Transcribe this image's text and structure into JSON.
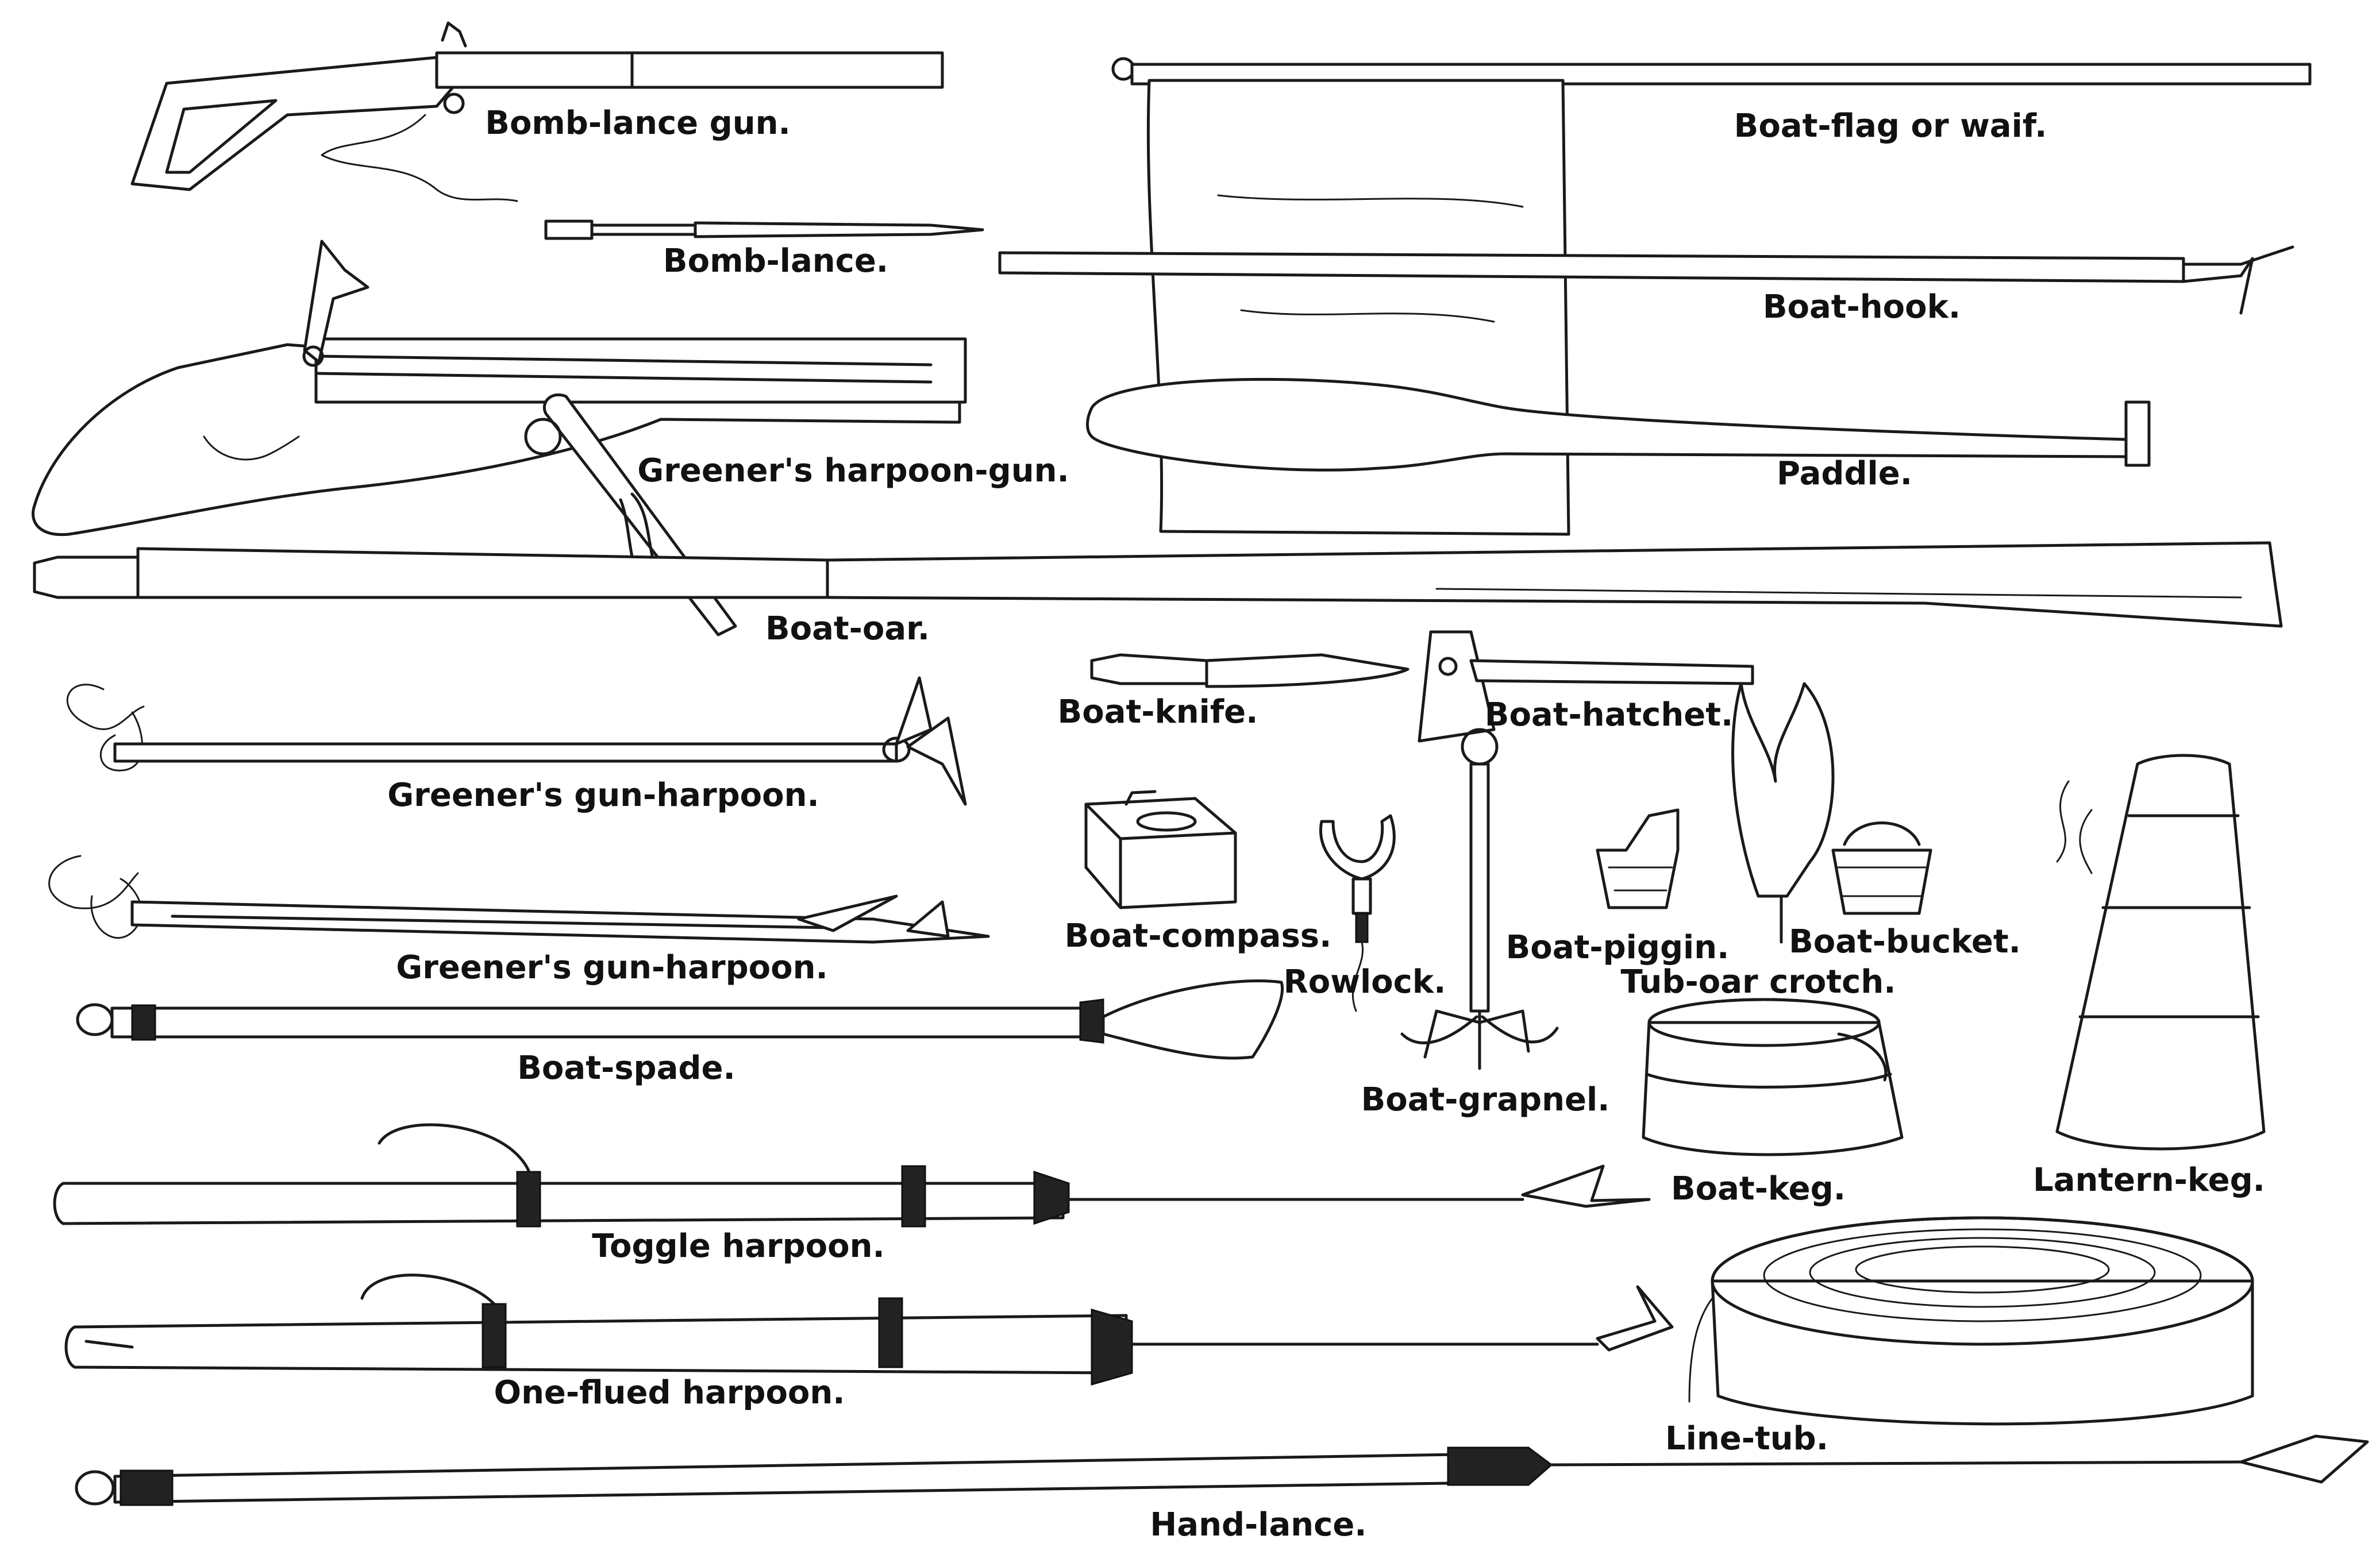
{
  "labels": {
    "bomb_lance_gun": "Bomb-lance gun.",
    "bomb_lance": "Bomb-lance.",
    "greeners_harpoon_gun": "Greener's harpoon-gun.",
    "boat_oar": "Boat-oar.",
    "greeners_gun_harpoon_1": "Greener's gun-harpoon.",
    "greeners_gun_harpoon_2": "Greener's gun-harpoon.",
    "boat_spade": "Boat-spade.",
    "toggle_harpoon": "Toggle harpoon.",
    "one_flued_harpoon": "One-flued harpoon.",
    "hand_lance": "Hand-lance.",
    "boat_flag": "Boat-flag or waif.",
    "boat_hook": "Boat-hook.",
    "paddle": "Paddle.",
    "boat_knife": "Boat-knife.",
    "boat_hatchet": "Boat-hatchet.",
    "boat_compass": "Boat-compass.",
    "rowlock": "Rowlock.",
    "boat_piggin": "Boat-piggin.",
    "boat_bucket": "Boat-bucket.",
    "tub_oar_crotch": "Tub-oar crotch.",
    "boat_grapnel": "Boat-grapnel.",
    "boat_keg": "Boat-keg.",
    "lantern_keg": "Lantern-keg.",
    "line_tub": "Line-tub."
  }
}
